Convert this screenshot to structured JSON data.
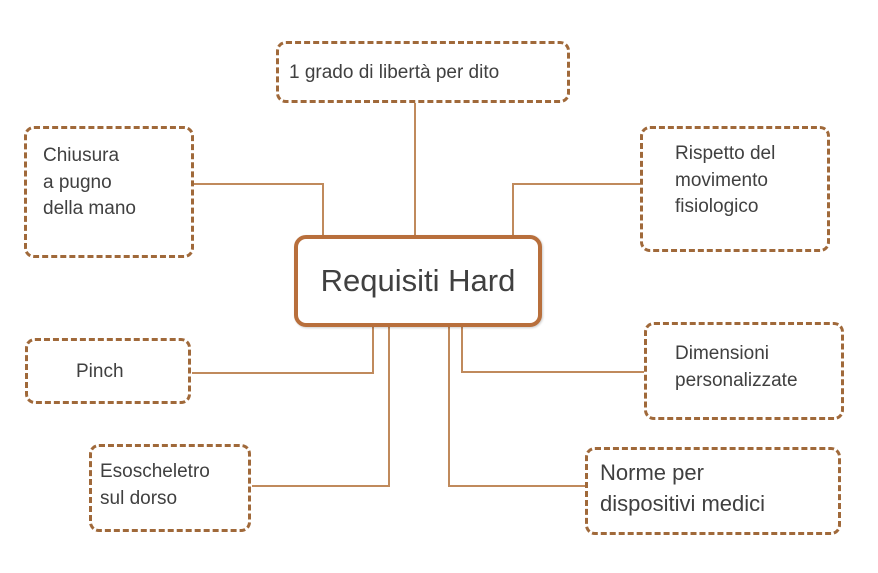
{
  "center": {
    "label": "Requisiti Hard"
  },
  "nodes": {
    "dof": {
      "label": "1 grado di libertà per dito"
    },
    "fist": {
      "label": "Chiusura\na pugno\ndella mano"
    },
    "physio": {
      "label": "Rispetto del\nmovimento\nfisiologico"
    },
    "pinch": {
      "label": "Pinch"
    },
    "dims": {
      "label": "Dimensioni\npersonalizzate"
    },
    "exo": {
      "label": "Esoscheletro\nsul dorso"
    },
    "norms": {
      "label": "Norme per\ndispositivi medici"
    }
  },
  "colors": {
    "line": "#c08a5c",
    "border": "#a0693a",
    "center_border": "#b86f3c",
    "text": "#404040"
  }
}
